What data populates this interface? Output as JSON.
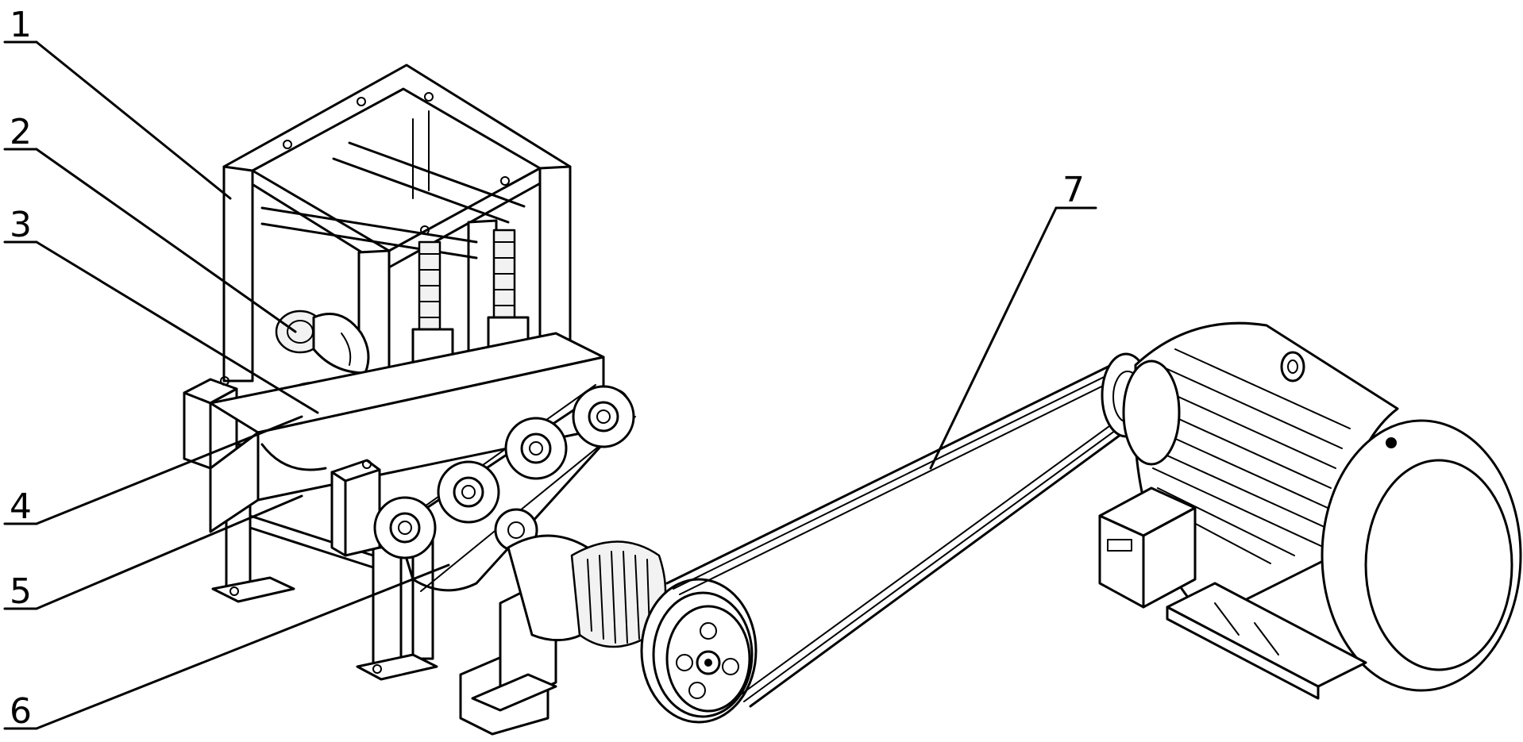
{
  "callouts": [
    {
      "id": "1",
      "label": "1"
    },
    {
      "id": "2",
      "label": "2"
    },
    {
      "id": "3",
      "label": "3"
    },
    {
      "id": "4",
      "label": "4"
    },
    {
      "id": "5",
      "label": "5"
    },
    {
      "id": "6",
      "label": "6"
    },
    {
      "id": "7",
      "label": "7"
    }
  ],
  "parts": {
    "frame": "frame",
    "upper_roller": "upper-roller",
    "lower_roller": "lower-roller",
    "bearing_housing": "bearing-housing",
    "base_beam": "base-beam",
    "chain_drive": "chain-drive",
    "belt_drive": "belt-drive",
    "motor": "electric-motor",
    "gearbox": "gearbox"
  },
  "colors": {
    "line": "#000000",
    "background": "#ffffff"
  }
}
